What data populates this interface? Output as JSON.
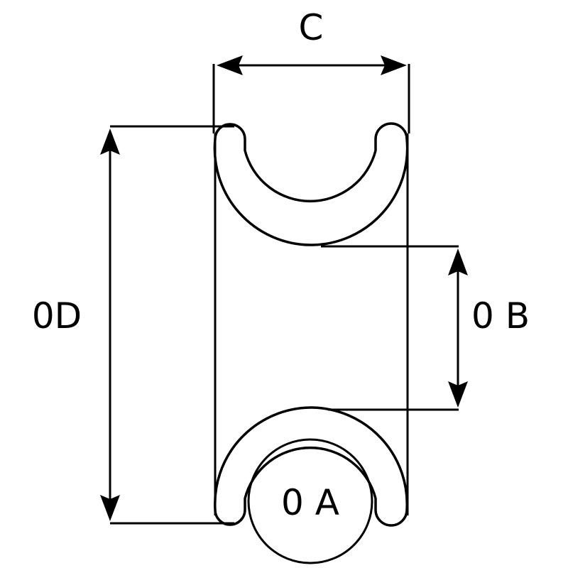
{
  "diagram": {
    "labels": {
      "c": "C",
      "d": "0D",
      "b": "0 B",
      "a": "0 A"
    },
    "colors": {
      "line": "#000000",
      "background": "#ffffff"
    }
  }
}
